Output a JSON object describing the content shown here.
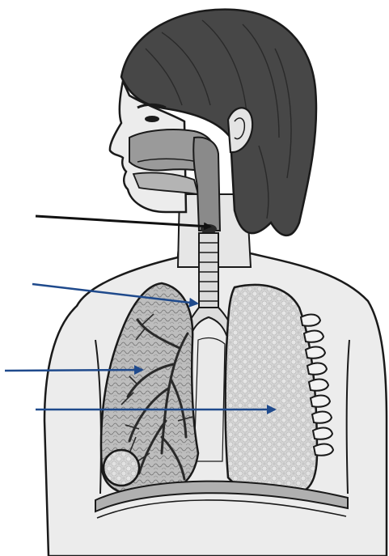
{
  "figure": {
    "subject": "respiratory-system",
    "labels": [],
    "arrows": [
      {
        "name": "arrow-larynx",
        "color": "#111111",
        "target": "larynx"
      },
      {
        "name": "arrow-bronchus",
        "color": "#1f4a8c",
        "target": "bronchus"
      },
      {
        "name": "arrow-bronchioles",
        "color": "#1f4a8c",
        "target": "bronchioles"
      },
      {
        "name": "arrow-lung",
        "color": "#1f4a8c",
        "target": "lung"
      }
    ],
    "colors": {
      "skin": "#ececec",
      "hair": "#474747",
      "airway": "#8a8a8a",
      "lung_light": "#d2d2d2",
      "lung_dark": "#9a9a9a",
      "outline": "#1a1a1a"
    }
  }
}
